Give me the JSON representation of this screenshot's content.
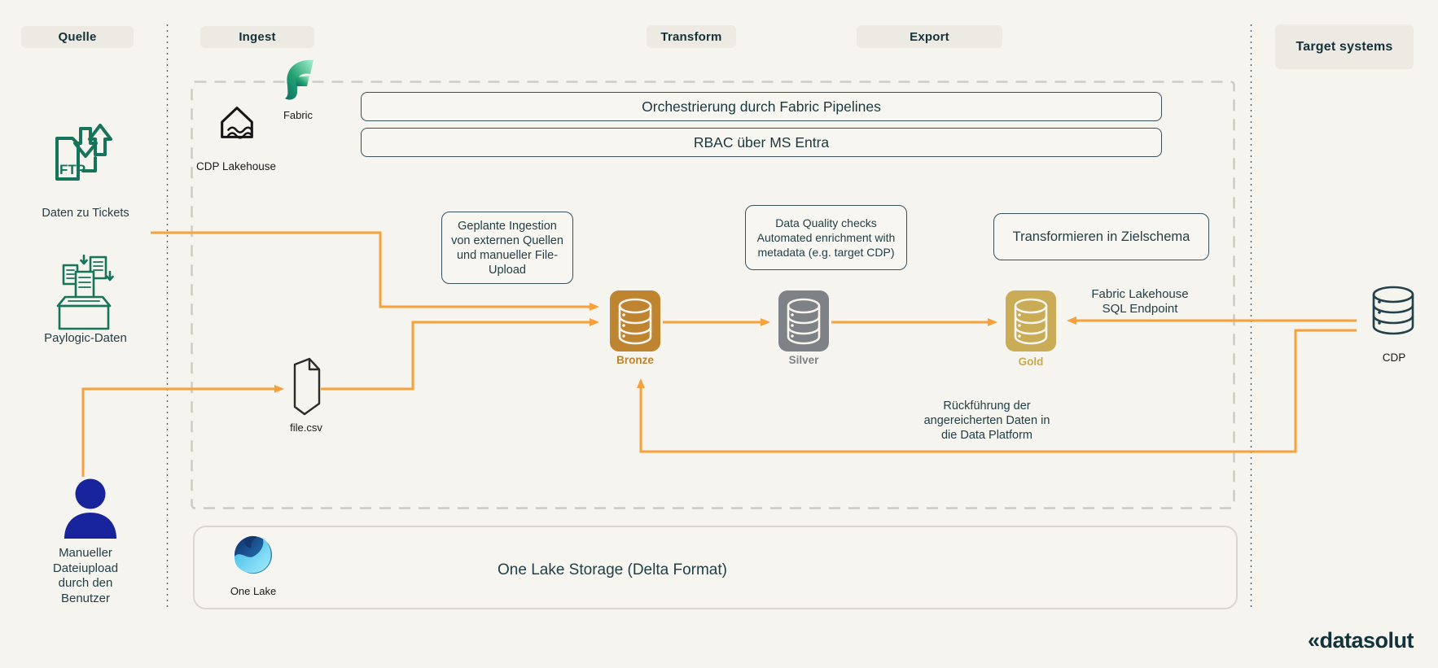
{
  "columns": [
    {
      "label": "Quelle"
    },
    {
      "label": "Ingest"
    },
    {
      "label": "Transform"
    },
    {
      "label": "Export"
    },
    {
      "label": "Target systems"
    }
  ],
  "fabric_area": {
    "fabric_label": "Fabric",
    "lakehouse_label": "CDP Lakehouse",
    "orchestration_bar": "Orchestrierung durch Fabric Pipelines",
    "rbac_bar": "RBAC über MS Entra"
  },
  "sources": {
    "ftp_label": "Daten zu Tickets",
    "paylogic_label": "Paylogic-Daten",
    "manual_upload_label": "Manueller\nDateiupload\ndurch den\nBenutzer"
  },
  "ingest": {
    "note": "Geplante Ingestion\nvon externen Quellen\nund manueller File-\nUpload",
    "file_label": "file.csv"
  },
  "medallion": {
    "bronze": "Bronze",
    "silver": "Silver",
    "gold": "Gold"
  },
  "transform": {
    "note": "Data Quality checks\nAutomated enrichment with\nmetadata (e.g. target CDP)"
  },
  "export": {
    "note": "Transformieren in Zielschema",
    "sql_endpoint": "Fabric Lakehouse\nSQL Endpoint",
    "return_note": "Rückführung der\nangereicherten Daten in\ndie Data Platform"
  },
  "target": {
    "cdp_label": "CDP"
  },
  "storage": {
    "title": "One Lake Storage (Delta Format)",
    "one_lake_label": "One Lake"
  },
  "branding": {
    "logo": "«datasolut"
  },
  "palette": {
    "background": "#F6F4EE",
    "connector_orange": "#F8A13B",
    "bronze": "#BE8430",
    "silver": "#7E8186",
    "gold": "#C9AC55",
    "source_green": "#16745A",
    "user_blue": "#18249B",
    "ink": "#1C3A40"
  }
}
